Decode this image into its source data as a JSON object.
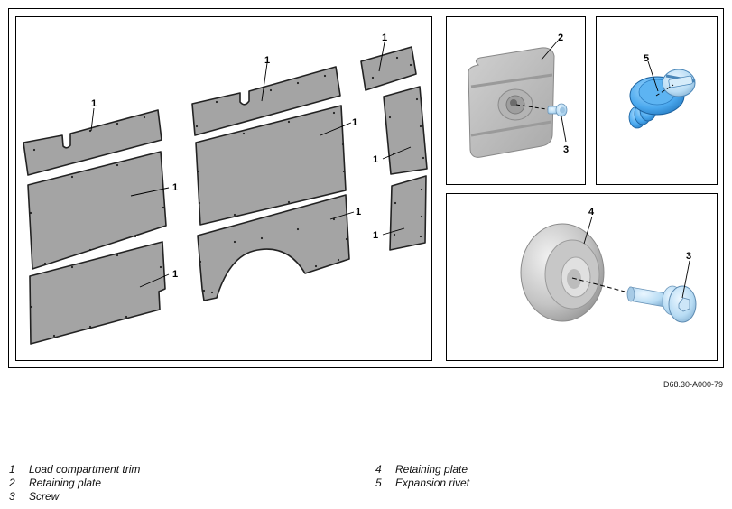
{
  "diagram": {
    "callouts": {
      "panel": "1",
      "retaining_plate": "2",
      "screw": "3",
      "round_retaining_plate": "4",
      "expansion_rivet": "5"
    },
    "reference_code": "D68.30-A000-79"
  },
  "legend": {
    "left": [
      {
        "number": "1",
        "label": "Load compartment trim"
      },
      {
        "number": "2",
        "label": "Retaining plate"
      },
      {
        "number": "3",
        "label": "Screw"
      }
    ],
    "right": [
      {
        "number": "4",
        "label": "Retaining plate"
      },
      {
        "number": "5",
        "label": "Expansion rivet"
      }
    ]
  },
  "colors": {
    "panel_fill": "#a4a4a4",
    "plate_grey": "#bdbdbd",
    "part_blue": "#4aa8ee",
    "frame": "#000000"
  }
}
